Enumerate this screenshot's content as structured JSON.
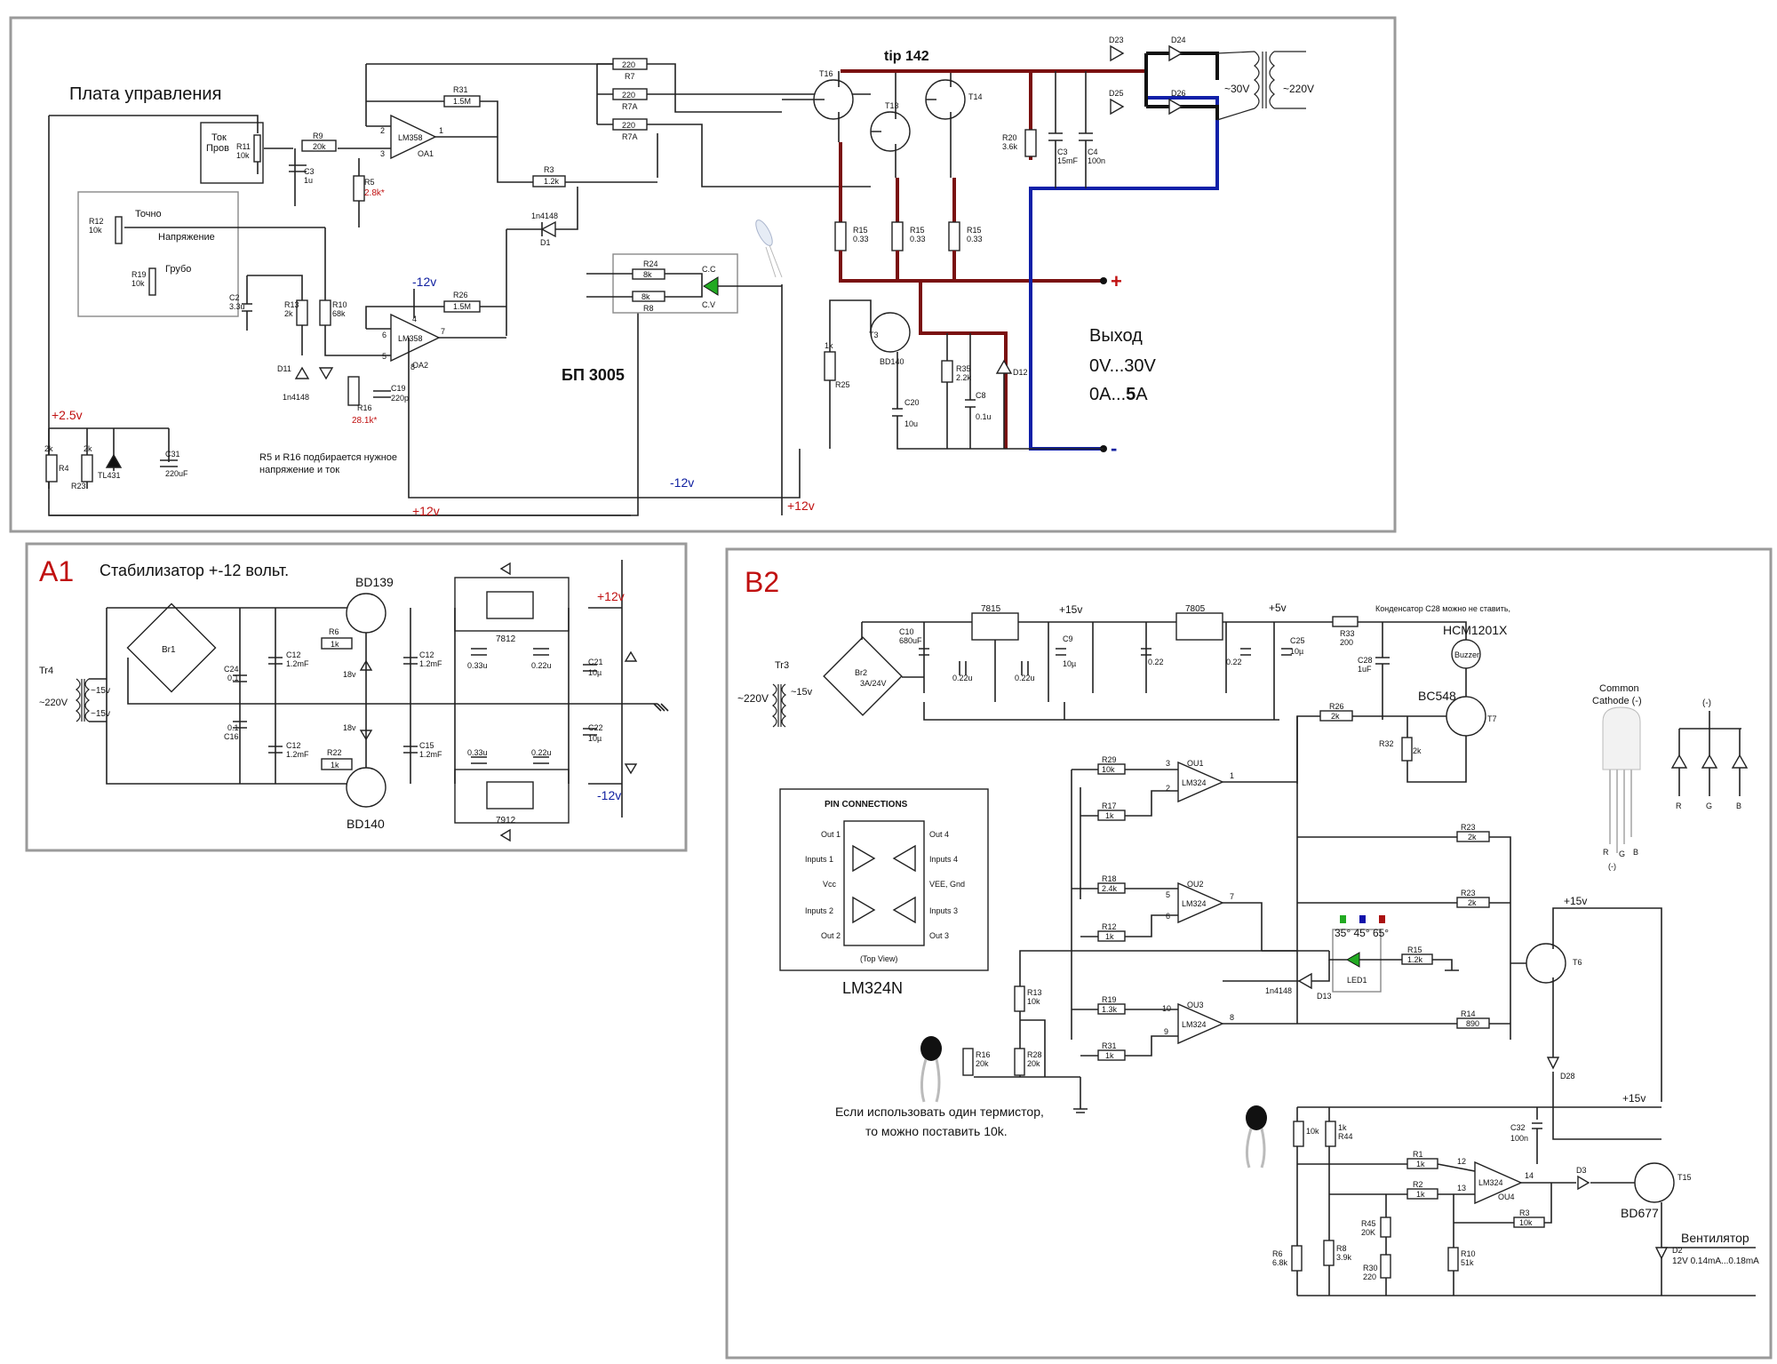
{
  "main_board": {
    "title": "Плата управления",
    "psu_label": "БП 3005",
    "transistor_type": "tip 142",
    "output_title": "Выход",
    "output_voltage": "0V...30V",
    "output_current_prefix": "0A...",
    "output_current_bold": "5",
    "output_current_suffix": "A",
    "plus_sign": "+",
    "minus_sign": "-",
    "ac30": "~30V",
    "ac220": "~220V",
    "rail_minus12": "-12v",
    "rail_plus12": "+12v",
    "rail_plus2_5": "+2.5v",
    "note_line1": "R5 и R16 подбирается нужное",
    "note_line2": "напряжение и ток",
    "current_box_line1": "Ток",
    "current_box_line2": "Пров",
    "fine_label": "Точно",
    "voltage_label": "Напряжение",
    "coarse_label": "Грубо",
    "cc_label": "C.C",
    "cv_label": "C.V",
    "components": {
      "r11": "R11",
      "r11_v": "10k",
      "r9": "R9",
      "r9_v": "20k",
      "c3": "C3",
      "c3_v": "1u",
      "r5": "R5",
      "r5_v": "2.8k*",
      "r31": "R31",
      "r31_v": "1.5M",
      "oa1": "OA1",
      "lm358": "LM358",
      "r7": "R7",
      "r7_v": "220",
      "r7a": "R7A",
      "r7a_v": "220",
      "r3": "R3",
      "r3_v": "1.2k",
      "d1": "1n4148",
      "d1_ref": "D1",
      "r12": "R12",
      "r12_v": "10k",
      "r19": "R19",
      "r19_v": "10k",
      "c2": "C2",
      "c2_v": "3.3u",
      "r13": "R13",
      "r13_v": "2k",
      "r10": "R10",
      "r10_v": "68k",
      "r26": "R26",
      "r26_v": "1.5M",
      "oa2": "OA2",
      "r24": "R24",
      "r24_v": "8k",
      "r8": "R8",
      "r8_v": "8k",
      "d11": "D11",
      "d11_v": "1n4148",
      "r16": "R16",
      "r16_v": "28.1k*",
      "c19": "C19",
      "c19_v": "220p",
      "r4": "R4",
      "r4_v": "2k",
      "r23": "R23",
      "r23_v": "2k",
      "tl431": "TL431",
      "c31": "C31",
      "c31_v": "220uF",
      "t16": "T16",
      "t13": "T13",
      "t14": "T14",
      "r15": "R15",
      "r15_v": "0.33",
      "r20": "R20",
      "r20_v": "3.6k",
      "c3b": "C3",
      "c3b_v": "15mF",
      "c4": "C4",
      "c4_v": "100n",
      "d23": "D23",
      "d24": "D24",
      "d25": "D25",
      "d26": "D26",
      "t3": "T3",
      "t3_v": "BD140",
      "r25": "R25",
      "r25_v": "1k",
      "r35": "R35",
      "r35_v": "2.2k",
      "c20": "C20",
      "c20_v": "10u",
      "c8": "C8",
      "c8_v": "0.1u",
      "d12": "D12",
      "pin1": "1",
      "pin2": "2",
      "pin3": "3",
      "pin4": "4",
      "pin5": "5",
      "pin6": "6",
      "pin7": "7",
      "pin8": "8"
    }
  },
  "a1": {
    "tag": "A1",
    "title": "Стабилизатор +-12 вольт.",
    "bd139": "BD139",
    "bd140": "BD140",
    "br1": "Br1",
    "tr4": "Tr4",
    "mains": "~220V",
    "sec1": "~15v",
    "sec2": "~15v",
    "c24": "C24",
    "c24_v": "0.1",
    "c16": "C16",
    "c16_v": "0.1",
    "c12": "C12",
    "c12_v": "1.2mF",
    "c15": "C15",
    "c15_v": "1.2mF",
    "r6": "R6",
    "r6_v": "1k",
    "r22": "R22",
    "r22_v": "1k",
    "z18": "18v",
    "u7812": "7812",
    "u7912": "7912",
    "c033": "0.33u",
    "c022": "0.22u",
    "c21": "C21",
    "c21_v": "10µ",
    "c22": "C22",
    "c22_v": "10µ",
    "plus12": "+12v",
    "minus12": "-12v"
  },
  "b2": {
    "tag": "B2",
    "tr3": "Tr3",
    "mains": "~220V",
    "sec": "~15v",
    "br2": "Br2",
    "br2_v": "3A/24V",
    "c10": "C10",
    "c10_v": "680uF",
    "u7815": "7815",
    "u7805": "7805",
    "c022": "0.22u",
    "c022b": "0.22",
    "c9": "C9",
    "c9_v": "10µ",
    "c25": "C25",
    "c25_v": "10µ",
    "plus15": "+15v",
    "plus5": "+5v",
    "r33": "R33",
    "r33_v": "200",
    "c28_note": "Конденсатор C28 можно не ставить,",
    "c28": "C28",
    "c28_v": "1uF",
    "buzzer_name": "HCM1201X",
    "buzzer": "Buzzer",
    "bc548": "BC548",
    "t7": "T7",
    "r26": "R26",
    "r26_v": "2k",
    "r32": "R32",
    "r32_v": "2k",
    "r29": "R29",
    "r29_v": "10k",
    "r17": "R17",
    "r17_v": "1k",
    "r18": "R18",
    "r18_v": "2.4k",
    "r12": "R12",
    "r12_v": "1k",
    "r19": "R19",
    "r19_v": "1.3k",
    "r31": "R31",
    "r31_v": "1k",
    "r13": "R13",
    "r13_v": "10k",
    "r16": "R16",
    "r16_v": "20k",
    "r28": "R28",
    "r28_v": "20k",
    "ou1": "OU1",
    "ou2": "OU2",
    "ou3": "OU3",
    "ou4": "OU4",
    "lm324": "LM324",
    "r23": "R23",
    "r23_v": "2k",
    "r14": "R14",
    "r14_v": "890",
    "r15": "R15",
    "r15_v": "1.2k",
    "led1": "LED1",
    "temps": "35° 45° 65°",
    "d13": "D13",
    "d13_v": "1n4148",
    "t6": "T6",
    "d28": "D28",
    "thermistor_note1": "Если использовать один термистор,",
    "thermistor_note2": "то можно поставить 10k.",
    "r44": "R44",
    "r44_v": "1k",
    "r44_pot": "10k",
    "c32": "C32",
    "c32_v": "100n",
    "r1": "R1",
    "r1_v": "1k",
    "r2": "R2",
    "r2_v": "1k",
    "r45": "R45",
    "r45_v": "20K",
    "r3": "R3",
    "r3_v": "10k",
    "d3": "D3",
    "t15": "T15",
    "bd677": "BD677",
    "r6": "R6",
    "r6_v": "6.8k",
    "r8": "R8",
    "r8_v": "3.9k",
    "r30": "R30",
    "r30_v": "220",
    "r10": "R10",
    "r10_v": "51k",
    "d2": "D2",
    "fan_title": "Вентилятор",
    "fan_spec": "12V 0.14mA...0.18mA",
    "common_cathode": "Common",
    "common_cathode2": "Cathode (-)",
    "minus_pin": "(-)",
    "pin_r": "R",
    "pin_g": "G",
    "pin_b": "B",
    "pin_r2": "R",
    "pin_g2": "G",
    "pin_b2": "B",
    "minus_pin2": "(-)",
    "pins14": "14",
    "pin1": "1",
    "pin2": "2",
    "pin3": "3",
    "pin5": "5",
    "pin6": "6",
    "pin7": "7",
    "pin8": "8",
    "pin9": "9",
    "pin10": "10",
    "pin12": "12",
    "pin13": "13"
  },
  "lm324_pinout": {
    "title": "PIN CONNECTIONS",
    "out1": "Out 1",
    "inputs1": "Inputs 1",
    "vcc": "Vcc",
    "inputs2": "Inputs 2",
    "out2": "Out 2",
    "out4": "Out 4",
    "inputs4": "Inputs 4",
    "vee": "VEE, Gnd",
    "inputs3": "Inputs 3",
    "out3": "Out 3",
    "view": "(Top View)",
    "chip": "LM324N"
  },
  "colors": {
    "positive_bus": "#7a1010",
    "negative_bus": "#1020a8",
    "red_text": "#c01010",
    "blue_text": "#1020a0",
    "frame": "#9a9a9a",
    "led_green": "#22aa22"
  }
}
